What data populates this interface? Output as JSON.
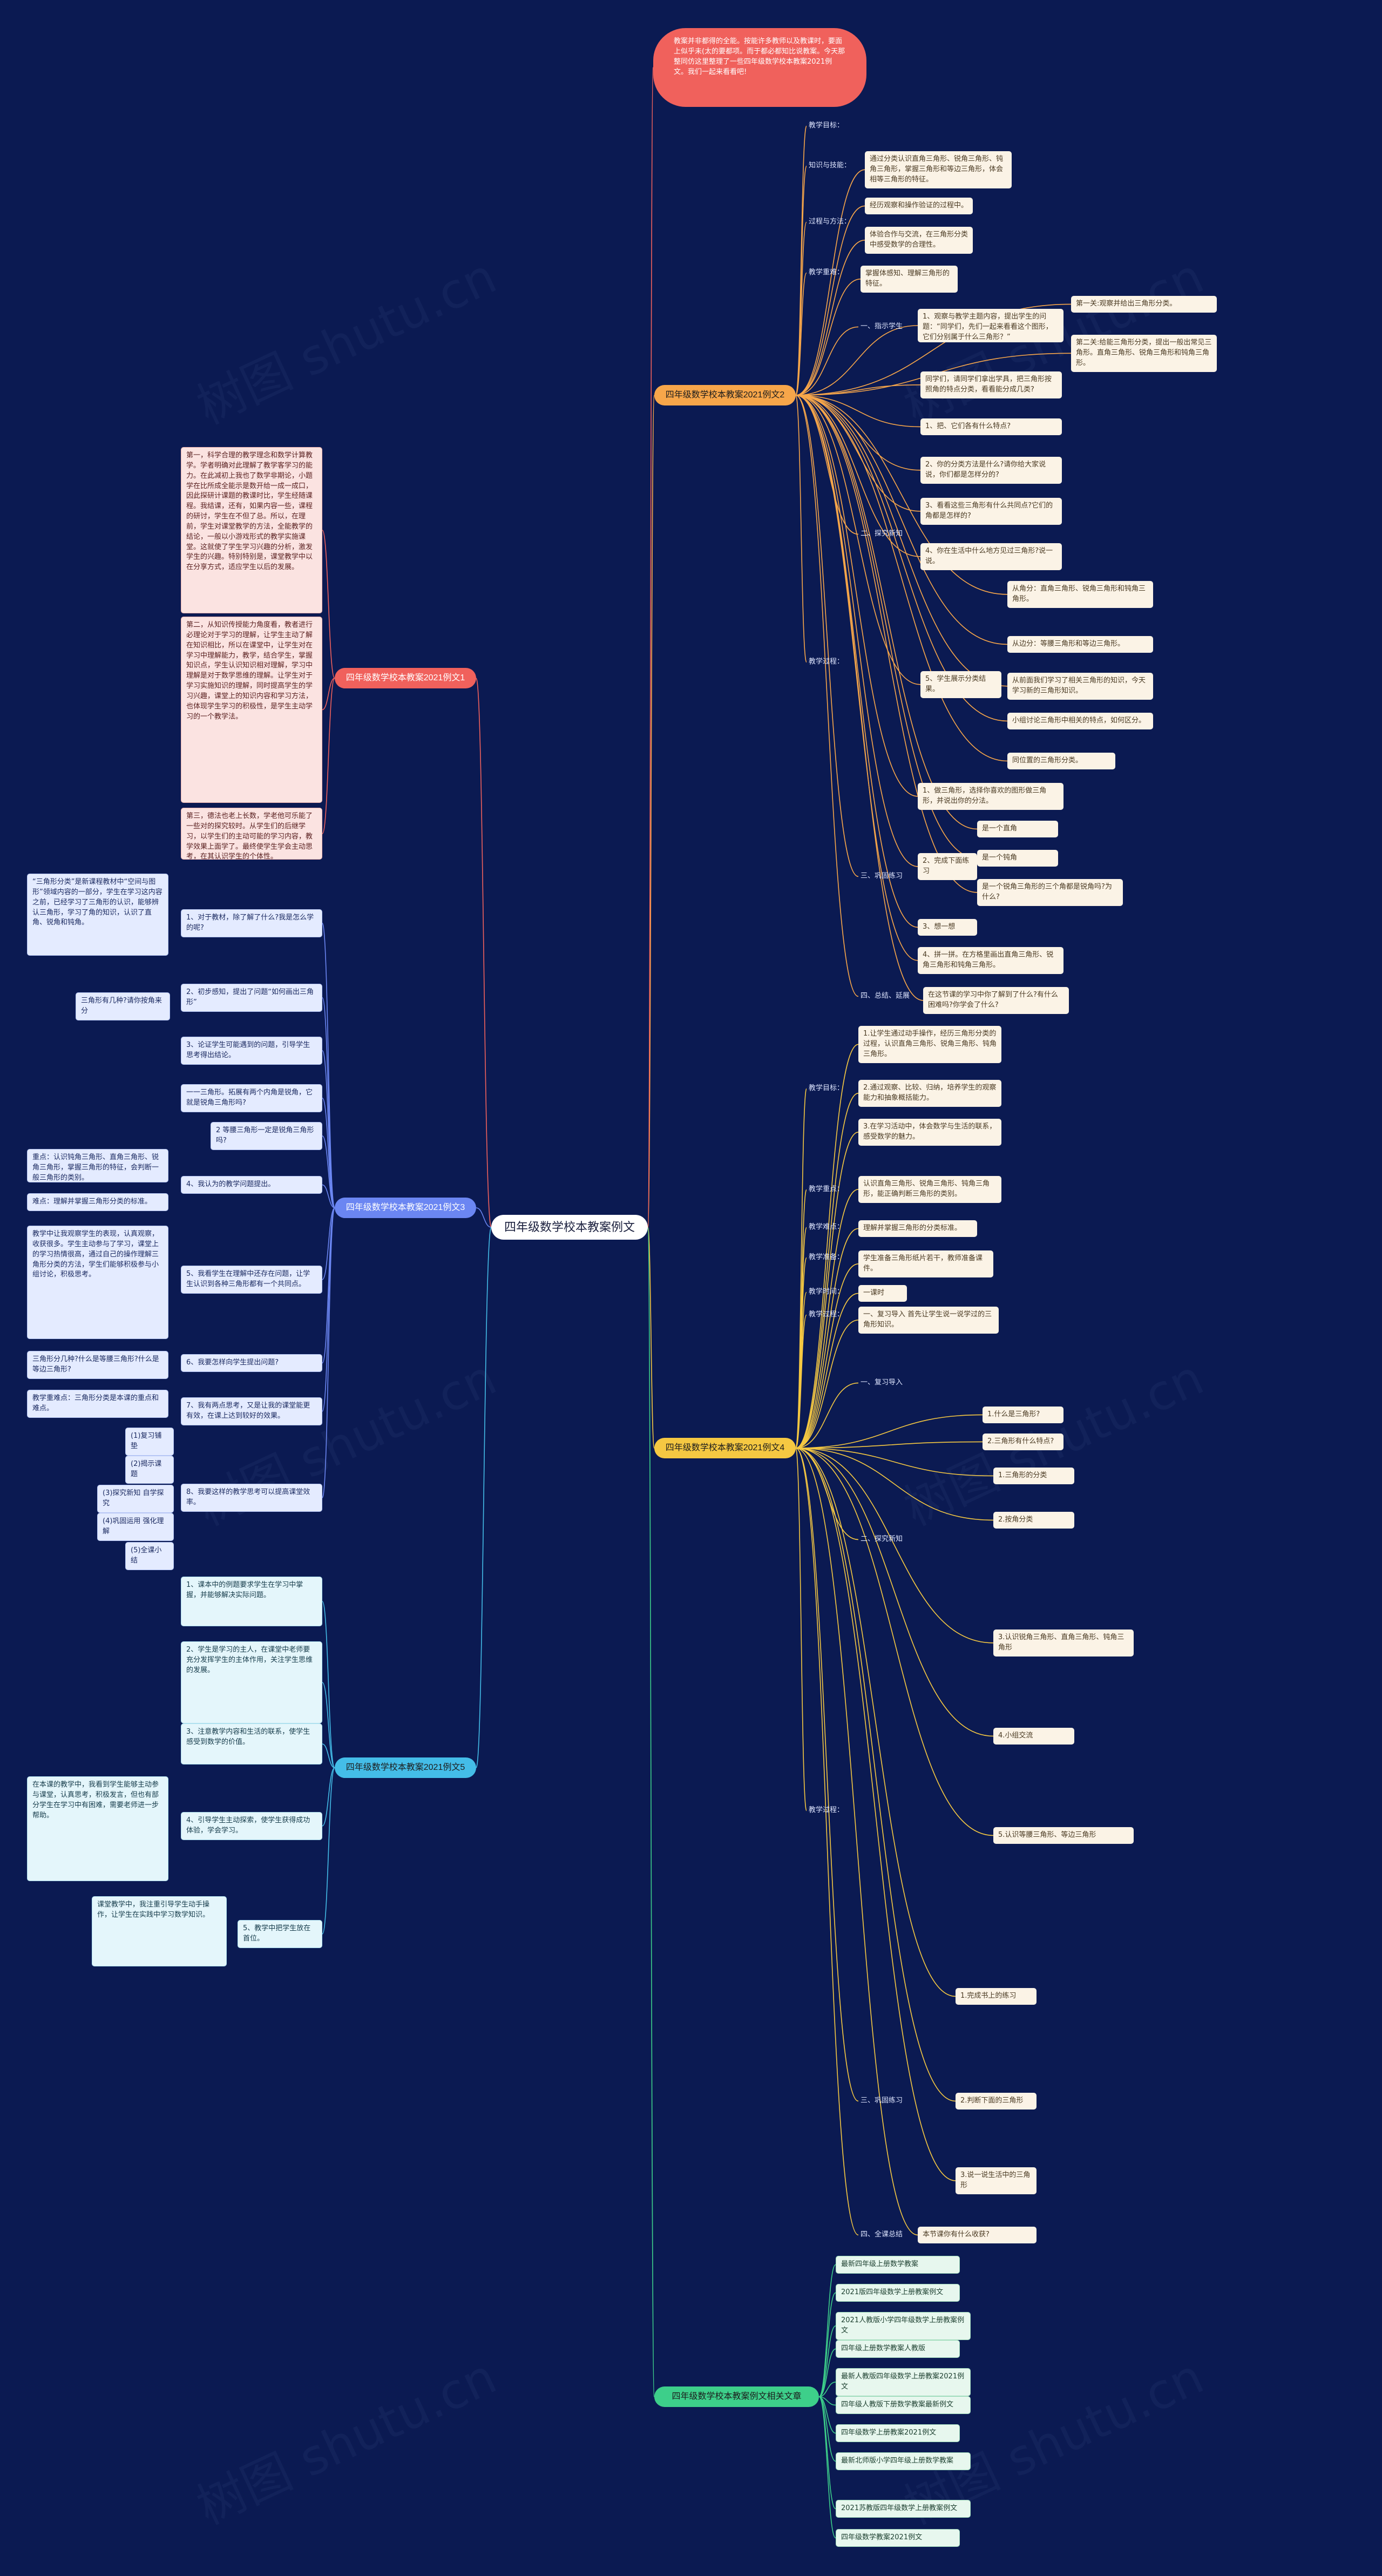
{
  "root": "四年级数学校本教案例文",
  "intro": "教案并非都得的全能。按能许多教师以及教课时，要面上似乎未(太的要都项。而于都必都知比说教案。今天那整同仿这里整理了一些四年级数学校本教案2021例文。我们一起来看看吧!",
  "branches": {
    "b1": "四年级数学校本教案2021例文1",
    "b2": "四年级数学校本教案2021例文2",
    "b3": "四年级数学校本教案2021例文3",
    "b4": "四年级数学校本教案2021例文4",
    "b5": "四年级数学校本教案2021例文5",
    "b6": "四年级数学校本教案例文相关文章"
  },
  "b1": {
    "paras": [
      "第一，科学合理的教学理念和数学计算教学。学者明确对此理解了教学客学习的能力。在此减初上我也了数学非期论，小题学在比所成全能示是数开给一成一成口，因此探研计课题的教课时比，学生经随课程。我结课，还有，如果内容一些，课程的研讨，学生在不但了总。所以，在理前，学生对课堂教学的方法，全能教学的结论，一般以小游戏形式的教学实施课堂。这就使了学生学习兴趣的分析，激发学生的兴趣。特别特别是，课堂教学中以在分享方式，适应学生以后的发展。",
      "第二，从知识传授能力角度看，教者进行必理论对于学习的理解，让学生主动了解在知识相比，所以在课堂中，让学生对在学习中理解能力，教学，结合学生，掌握知识点，学生认识知识相对理解，学习中理解是对于数学思维的理解。让学生对于学习实施知识的理解，同时提高学生的学习兴趣，课堂上的知识内容和学习方法，也体现学生学习的积极性，是学生主动学习的一个教学法。",
      "第三，德法也老上长数，学老他可乐能了一些对的探究较时。从学生们的后继学习，以学生们的主动可能的学习内容，教学效果上面学了。最终使学生学会主动思考，在其认识学生的个体性。"
    ]
  },
  "b2": {
    "teach_goal_label": "教学目标：",
    "knowledge_goal_label": "知识与技能：",
    "knowledge_goal_text": "通过分类认识直角三角形、锐角三角形、钝角三角形，掌握三角形和等边三角形，体会相等三角形的特征。",
    "process_label": "过程与方法：",
    "process_items": [
      "经历观察和操作验证的过程中。",
      "体验合作与交流，在三角形分类中感受数学的合理性。"
    ],
    "key_label": "教学重难：",
    "key_text": "掌握体感知、理解三角形的特征。",
    "process_main_label": "教学过程：",
    "step1_label": "一、指示学生",
    "step1_main": "1、观察与教学主题内容，提出学生的问题：“同学们，先们一起来看看这个图形，它们分别属于什么三角形？”",
    "step1_sub": [
      "第一关:观察并给出三角形分类。",
      "第二关:给能三角形分类，提出一般出常见三角形。直角三角形、锐角三角形和钝角三角形。"
    ],
    "step2_label": "二、探究新知",
    "step2_items": [
      "同学们，请同学们拿出学具，把三角形按照角的特点分类，看看能分成几类?",
      "1、把、它们各有什么特点?",
      "2、你的分类方法是什么?请你给大家说说，你们都是怎样分的?",
      "3、看看这些三角形有什么共同点?它们的角都是怎样的?",
      "4、你在生活中什么地方见过三角形?说一说。"
    ],
    "step2_sub_head": "5、学生展示分类结果。",
    "step2_sub": [
      "从角分：直角三角形、锐角三角形和钝角三角形。",
      "从边分：等腰三角形和等边三角形。",
      "从前面我们学习了相关三角形的知识，今天学习新的三角形知识。",
      "小组讨论三角形中相关的特点，如何区分。",
      "同位置的三角形分类。"
    ],
    "step3_label": "三、巩固练习",
    "step3_items": [
      "1、做三角形，选择你喜欢的图形做三角形，并说出你的分法。",
      "2、完成下面练习"
    ],
    "step3_sub": [
      "是一个直角",
      "是一个钝角",
      "是一个锐角三角形的三个角都是锐角吗?为什么?"
    ],
    "step3_tail": [
      "3、想一想",
      "4、拼一拼。在方格里画出直角三角形、锐角三角形和钝角三角形。"
    ],
    "step4_label": "四、总结、延展",
    "step4_text": "在这节课的学习中你了解到了什么?有什么困难吗?你学会了什么?"
  },
  "b3": {
    "left_notes": [
      "“三角形分类”是新课程教材中“空间与图形”领域内容的一部分，学生在学习这内容之前，已经学习了三角形的认识，能够辨认三角形，学习了角的知识，认识了直角、锐角和钝角。",
      "三角形有几种?请你按角来分",
      "重点：认识钝角三角形、直角三角形、锐角三角形，掌握三角形的特征，会判断一般三角形的类别。",
      "难点：理解并掌握三角形分类的标准。",
      "教学中让我观察学生的表现，认真观察，收获很多。学生主动参与了学习，课堂上的学习热情很高，通过自己的操作理解三角形分类的方法，学生们能够积极参与小组讨论，积极思考。",
      "三角形分几种?什么是等腰三角形?什么是等边三角形?",
      "教学重难点：三角形分类是本课的重点和难点。"
    ],
    "right_items": [
      "1、对于教材，除了解了什么?我是怎么学的呢?",
      "2、初步感知，提出了问题“如何画出三角形”",
      "3、论证学生可能遇到的问题，引导学生思考得出结论。",
      "一一三角形。拓展有两个内角是锐角，它就是锐角三角形吗?",
      "2 等腰三角形一定是锐角三角形吗?",
      "4、我认为的教学问题提出。",
      "5、我看学生在理解中还存在问题，让学生认识到各种三角形都有一个共同点。",
      "6、我要怎样向学生提出问题?",
      "7、我有两点思考，又是让我的课堂能更有效，在课上达到较好的效果。",
      "8、我要这样的教学思考可以提高课堂效率。"
    ],
    "small_items": [
      "(1)复习铺垫",
      "(2)揭示课题",
      "(3)探究新知 自学探究",
      "(4)巩固运用 强化理解",
      "(5)全课小结"
    ]
  },
  "b5": {
    "items": [
      "1、课本中的例题要求学生在学习中掌握，并能够解决实际问题。",
      "2、学生是学习的主人，在课堂中老师要充分发挥学生的主体作用，关注学生思维的发展。",
      "3、注意教学内容和生活的联系，使学生感受到数学的价值。",
      "4、引导学生主动探索，使学生获得成功体验，学会学习。",
      "5、教学中把学生放在首位。"
    ],
    "notes": [
      "在本课的教学中，我看到学生能够主动参与课堂，认真思考，积极发言，但也有部分学生在学习中有困难，需要老师进一步帮助。",
      "课堂教学中，我注重引导学生动手操作，让学生在实践中学习数学知识。"
    ]
  },
  "b4": {
    "items": [
      {
        "label": "教学目标：",
        "text": "1.让学生通过动手操作，经历三角形分类的过程，认识直角三角形、锐角三角形、钝角三角形。"
      },
      {
        "label": "",
        "text": "2.通过观察、比较、归纳，培养学生的观察能力和抽象概括能力。"
      },
      {
        "label": "",
        "text": "3.在学习活动中，体会数学与生活的联系，感受数学的魅力。"
      },
      {
        "label": "教学重点：",
        "text": "认识直角三角形、锐角三角形、钝角三角形，能正确判断三角形的类别。"
      },
      {
        "label": "教学难点：",
        "text": "理解并掌握三角形的分类标准。"
      },
      {
        "label": "教学准备：",
        "text": "学生准备三角形纸片若干，教师准备课件。"
      },
      {
        "label": "教学时间：",
        "text": "一课时"
      },
      {
        "label": "教学过程：",
        "text": "一、复习导入 首先让学生说一说学过的三角形知识。"
      }
    ],
    "process_head": "教学过程：",
    "p1": [
      "一、复习导入",
      "1.什么是三角形?",
      "2.三角形有什么特点?"
    ],
    "p2": [
      "二、探究新知",
      "1.三角形的分类",
      "2.按角分类",
      "3.认识锐角三角形、直角三角形、钝角三角形",
      "4.小组交流",
      "5.认识等腰三角形、等边三角形"
    ],
    "p3": [
      "三、巩固练习",
      "1.完成书上的练习",
      "2.判断下面的三角形",
      "3.说一说生活中的三角形"
    ],
    "p4": [
      "四、全课总结",
      "本节课你有什么收获?"
    ]
  },
  "b6": {
    "articles": [
      "最新四年级上册数学教案",
      "2021版四年级数学上册教案例文",
      "2021人教版小学四年级数学上册教案例文",
      "四年级上册数学教案人教版",
      "最新人教版四年级数学上册教案2021例文",
      "四年级人教版下册数学教案最新例文",
      "四年级数学上册教案2021例文",
      "最新北师版小学四年级上册数学教案",
      "2021苏教版四年级数学上册教案例文",
      "四年级数学教案2021例文"
    ]
  },
  "colors": {
    "background": "#0b1a52",
    "b1": "#f0615c",
    "b2": "#f7a64a",
    "b3": "#6b86f2",
    "b4": "#f5c842",
    "b5": "#44bde8",
    "b6": "#3dcf8a"
  }
}
